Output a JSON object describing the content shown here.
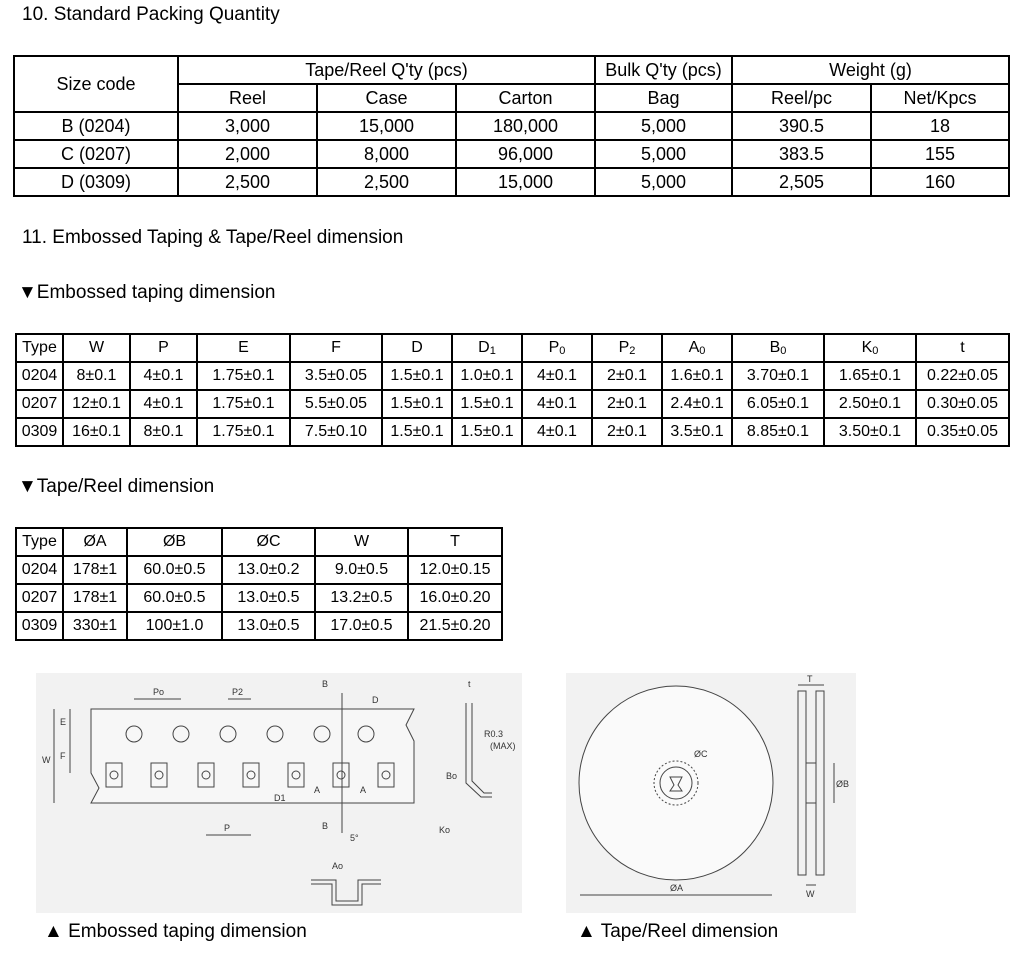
{
  "section10": {
    "title": "10.   Standard Packing Quantity",
    "table": {
      "size_code_header": "Size code",
      "group_headers": [
        "Tape/Reel Q'ty (pcs)",
        "Bulk Q'ty (pcs)",
        "Weight (g)"
      ],
      "sub_headers": [
        "Reel",
        "Case",
        "Carton",
        "Bag",
        "Reel/pc",
        "Net/Kpcs"
      ],
      "rows": [
        [
          "B (0204)",
          "3,000",
          "15,000",
          "180,000",
          "5,000",
          "390.5",
          "18"
        ],
        [
          "C (0207)",
          "2,000",
          "8,000",
          "96,000",
          "5,000",
          "383.5",
          "155"
        ],
        [
          "D (0309)",
          "2,500",
          "2,500",
          "15,000",
          "5,000",
          "2,505",
          "160"
        ]
      ]
    }
  },
  "section11": {
    "title": "11.   Embossed Taping & Tape/Reel dimension",
    "emb_subtitle": "▼Embossed taping dimension",
    "emb_table": {
      "headers": [
        "Type",
        "W",
        "P",
        "E",
        "F",
        "D",
        "D",
        "P",
        "P",
        "A",
        "B",
        "K",
        "t"
      ],
      "header_subs": [
        "",
        "",
        "",
        "",
        "",
        "",
        "1",
        "0",
        "2",
        "0",
        "0",
        "0",
        ""
      ],
      "rows": [
        [
          "0204",
          "8±0.1",
          "4±0.1",
          "1.75±0.1",
          "3.5±0.05",
          "1.5±0.1",
          "1.0±0.1",
          "4±0.1",
          "2±0.1",
          "1.6±0.1",
          "3.70±0.1",
          "1.65±0.1",
          "0.22±0.05"
        ],
        [
          "0207",
          "12±0.1",
          "4±0.1",
          "1.75±0.1",
          "5.5±0.05",
          "1.5±0.1",
          "1.5±0.1",
          "4±0.1",
          "2±0.1",
          "2.4±0.1",
          "6.05±0.1",
          "2.50±0.1",
          "0.30±0.05"
        ],
        [
          "0309",
          "16±0.1",
          "8±0.1",
          "1.75±0.1",
          "7.5±0.10",
          "1.5±0.1",
          "1.5±0.1",
          "4±0.1",
          "2±0.1",
          "3.5±0.1",
          "8.85±0.1",
          "3.50±0.1",
          "0.35±0.05"
        ]
      ]
    },
    "reel_subtitle": "▼Tape/Reel dimension",
    "reel_table": {
      "headers": [
        "Type",
        "ØA",
        "ØB",
        "ØC",
        "W",
        "T"
      ],
      "rows": [
        [
          "0204",
          "178±1",
          "60.0±0.5",
          "13.0±0.2",
          "9.0±0.5",
          "12.0±0.15"
        ],
        [
          "0207",
          "178±1",
          "60.0±0.5",
          "13.0±0.5",
          "13.2±0.5",
          "16.0±0.20"
        ],
        [
          "0309",
          "330±1",
          "100±1.0",
          "13.0±0.5",
          "17.0±0.5",
          "21.5±0.20"
        ]
      ]
    }
  },
  "diagrams": {
    "taping_labels": {
      "po": "Po",
      "p2": "P2",
      "b": "B",
      "d": "D",
      "e": "E",
      "f": "F",
      "w": "W",
      "p": "P",
      "d1": "D1",
      "a": "A",
      "t": "t",
      "r": "R0.3",
      "max": "(MAX)",
      "bo": "Bo",
      "ko": "Ko",
      "ao": "Ao",
      "angle": "5°"
    },
    "reel_labels": {
      "t": "T",
      "c": "ØC",
      "b": "ØB",
      "a": "ØA",
      "w": "W"
    },
    "captions": [
      "▲ Embossed taping dimension",
      "▲ Tape/Reel dimension"
    ]
  }
}
